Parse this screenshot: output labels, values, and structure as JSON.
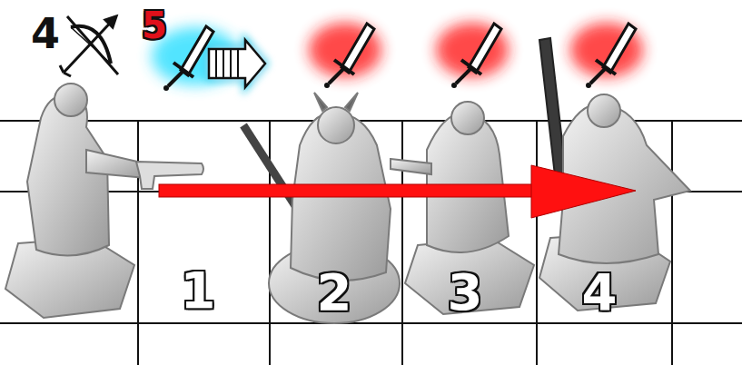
{
  "diagram": {
    "labels": [
      "4",
      "5",
      "1",
      "2",
      "3",
      "4"
    ]
  }
}
